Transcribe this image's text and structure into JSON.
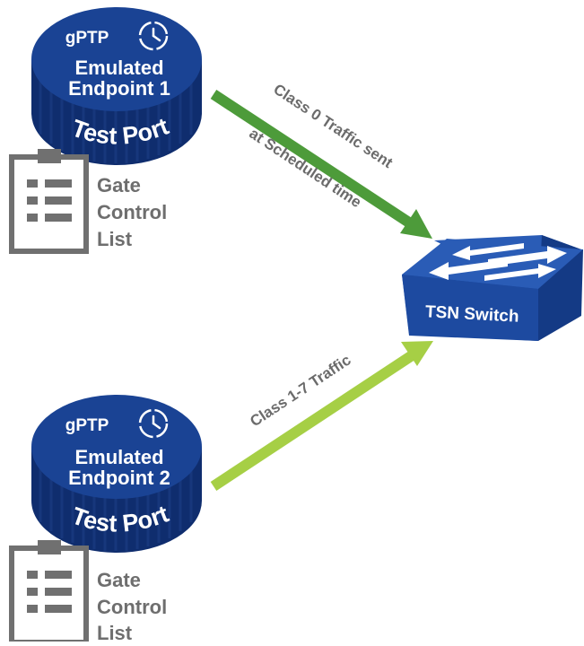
{
  "colors": {
    "disk_top": "#1a4394",
    "disk_side": "#0f2d6e",
    "disk_stripe": "#1a3a80",
    "clipboard": "#707070",
    "gcl_text": "#6e6e6e",
    "arrow_class0": "#4d9b3a",
    "arrow_class17": "#a6cf45",
    "arrow_label": "#6b6b6b",
    "switch_front": "#1d4aa0",
    "switch_top": "#2a5cb6",
    "white": "#ffffff"
  },
  "endpoints": [
    {
      "gptp": "gPTP",
      "clock_icon": "clock-icon",
      "line1": "Emulated",
      "line2": "Endpoint 1",
      "port_label": "Test Port",
      "gcl": [
        "Gate",
        "Control",
        "List"
      ],
      "clipboard_icon": "clipboard-list-icon"
    },
    {
      "gptp": "gPTP",
      "clock_icon": "clock-icon",
      "line1": "Emulated",
      "line2": "Endpoint 2",
      "port_label": "Test Port",
      "gcl": [
        "Gate",
        "Control",
        "List"
      ],
      "clipboard_icon": "clipboard-list-icon"
    }
  ],
  "arrows": {
    "class0": {
      "line1": "Class 0 Traffic sent",
      "line2": "at Scheduled time"
    },
    "class17": {
      "line1": "Class 1-7 Traffic"
    }
  },
  "switch": {
    "label": "TSN Switch",
    "icon": "switch-arrows-icon"
  }
}
